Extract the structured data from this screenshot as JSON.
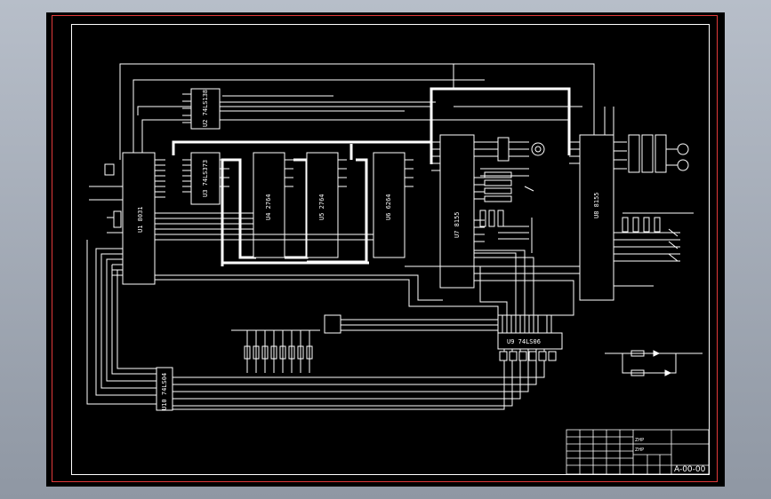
{
  "drawing": {
    "chips": [
      {
        "ref": "U1",
        "part": "8031"
      },
      {
        "ref": "U2",
        "part": "74LS138"
      },
      {
        "ref": "U3",
        "part": "74LS373"
      },
      {
        "ref": "U4",
        "part": "2764"
      },
      {
        "ref": "U5",
        "part": "2764"
      },
      {
        "ref": "U6",
        "part": "6264"
      },
      {
        "ref": "U7",
        "part": "8155"
      },
      {
        "ref": "U8",
        "part": "8155"
      },
      {
        "ref": "U9",
        "part": "74LS06"
      },
      {
        "ref": "U10",
        "part": "74LS04"
      }
    ],
    "title_block": {
      "drawing_number": "A-00-00",
      "title_lines": [
        "ZHP",
        "ZHP"
      ]
    }
  },
  "colors": {
    "background": "#000000",
    "lines": "#ffffff",
    "border": "#e23a3a",
    "title_text": "#39ff5a",
    "bezel": "#a8b0bc"
  }
}
